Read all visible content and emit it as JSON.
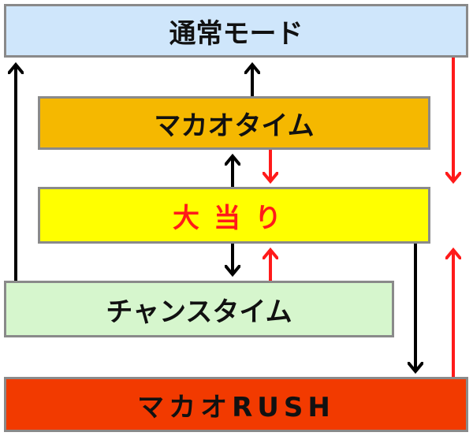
{
  "nodes": {
    "normal_mode": "通常モード",
    "macao_time": "マカオタイム",
    "big_hit": "大当り",
    "chance_time": "チャンスタイム",
    "macao_rush": "マカオRUSH"
  },
  "colors": {
    "normal_mode": "#cfe6fb",
    "macao_time": "#f5b800",
    "big_hit": "#ffff00",
    "big_hit_text": "#ff1a1a",
    "chance_time": "#d6f6cd",
    "macao_rush": "#f23a00",
    "arrow_black": "#000000",
    "arrow_red": "#ff1a1a",
    "border": "#8a8a8a"
  },
  "arrows": [
    {
      "from": "chance_time",
      "to": "normal_mode",
      "color": "black"
    },
    {
      "from": "macao_time",
      "to": "normal_mode",
      "color": "black"
    },
    {
      "from": "normal_mode",
      "to": "big_hit",
      "color": "red"
    },
    {
      "from": "big_hit",
      "to": "macao_time",
      "color": "black"
    },
    {
      "from": "macao_time",
      "to": "big_hit",
      "color": "red"
    },
    {
      "from": "big_hit",
      "to": "chance_time",
      "color": "black"
    },
    {
      "from": "chance_time",
      "to": "big_hit",
      "color": "red"
    },
    {
      "from": "big_hit",
      "to": "macao_rush",
      "color": "black"
    },
    {
      "from": "macao_rush",
      "to": "big_hit",
      "color": "red"
    }
  ]
}
